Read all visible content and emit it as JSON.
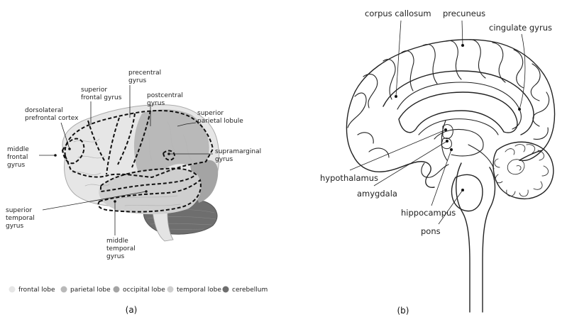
{
  "panel_a": {
    "labels": {
      "precentral_gyrus": [
        "precentral",
        "gyrus"
      ],
      "superior_frontal_gyrus": [
        "superior",
        "frontal gyrus"
      ],
      "postcentral_gyrus": [
        "postcentral",
        "gyrus"
      ],
      "dorsolateral_prefrontal_cortex": [
        "dorsolateral",
        "prefrontal cortex"
      ],
      "superior_parietal_lobule": [
        "superior",
        "parietal lobule"
      ],
      "middle_frontal_gyrus": [
        "middle",
        "frontal",
        "gyrus"
      ],
      "supramarginal_gyrus": [
        "supramarginal",
        "gyrus"
      ],
      "superior_temporal_gyrus": [
        "superior",
        "temporal",
        "gyrus"
      ],
      "middle_temporal_gyrus": [
        "middle",
        "temporal",
        "gyrus"
      ]
    },
    "legend": [
      {
        "label": "frontal lobe",
        "color": "#e6e6e6"
      },
      {
        "label": "parietal lobe",
        "color": "#b9b9b9"
      },
      {
        "label": "occipital lobe",
        "color": "#a4a4a4"
      },
      {
        "label": "temporal lobe",
        "color": "#cfcfcf"
      },
      {
        "label": "cerebellum",
        "color": "#6e6e6e"
      }
    ],
    "caption": "(a)"
  },
  "panel_b": {
    "labels": {
      "corpus_callosum": "corpus callosum",
      "precuneus": "precuneus",
      "cingulate_gyrus": "cingulate gyrus",
      "hypothalamus": "hypothalamus",
      "amygdala": "amygdala",
      "hippocampus": "hippocampus",
      "pons": "pons"
    },
    "caption": "(b)"
  }
}
